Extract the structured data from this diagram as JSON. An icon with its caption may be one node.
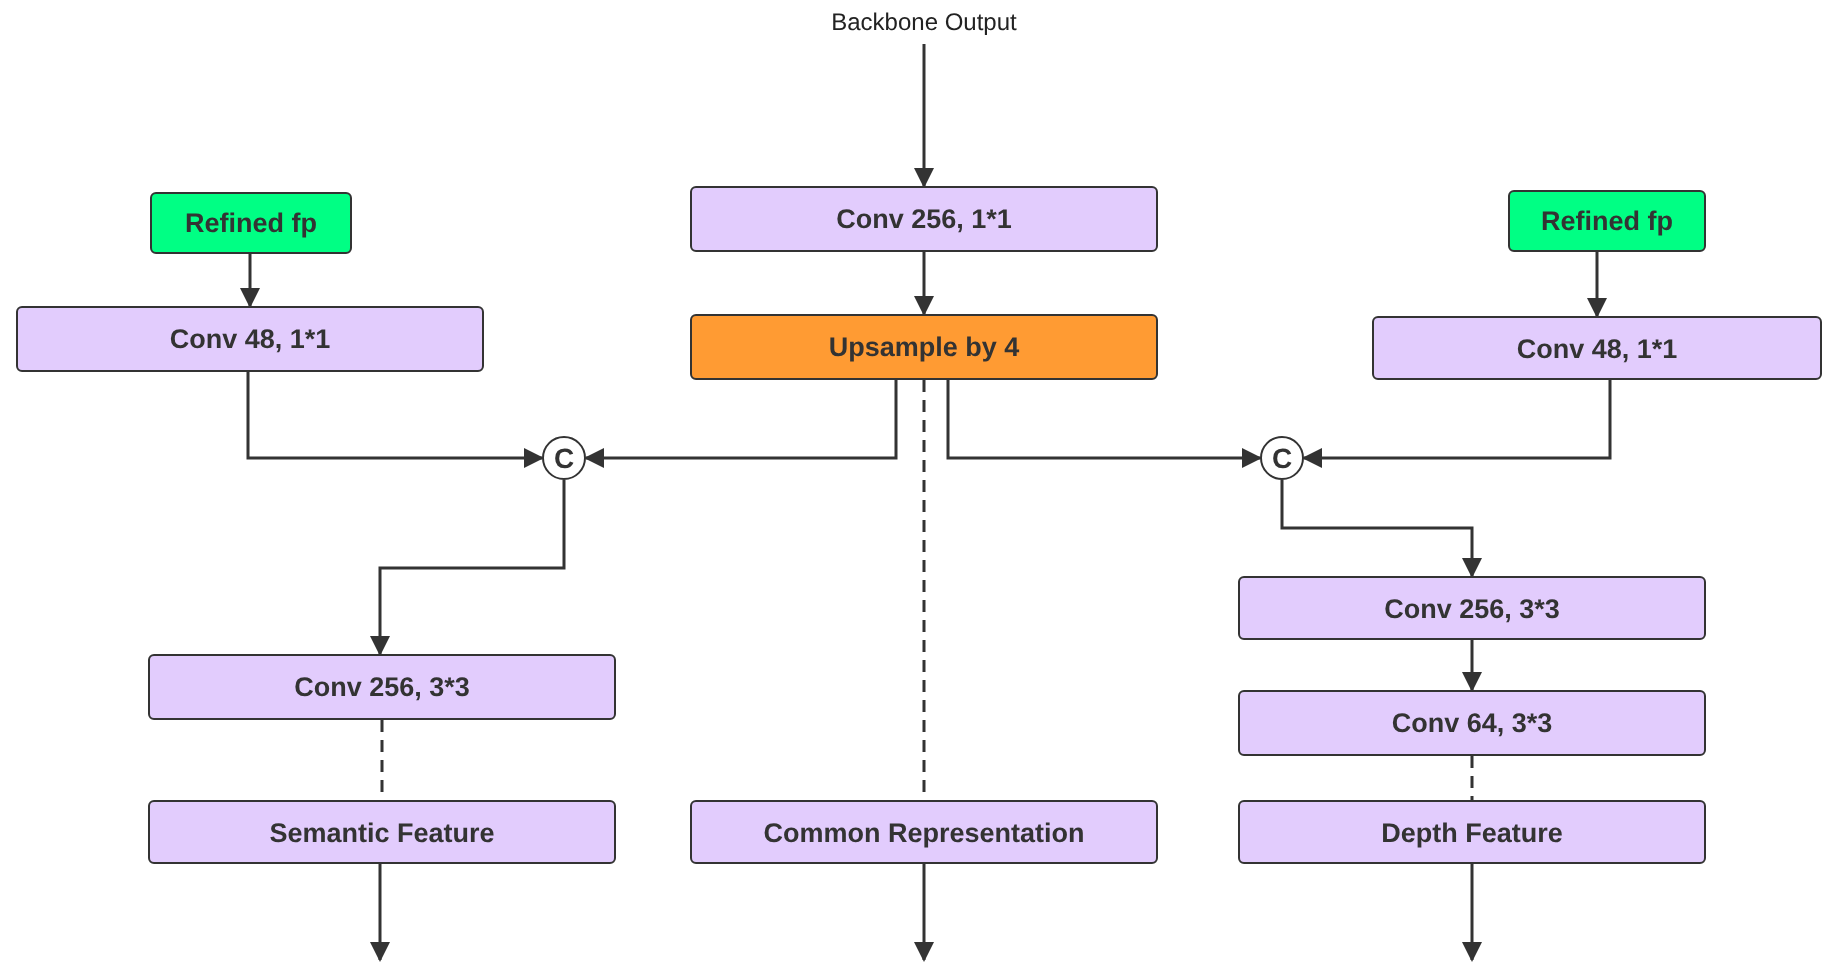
{
  "diagram": {
    "nodes": [
      {
        "text": [
          "Backbone Output"
        ]
      },
      {
        "text": [
          "Refined fp"
        ]
      },
      {
        "text": [
          "Conv 256, 1*1"
        ]
      },
      {
        "text": [
          "Refined fp"
        ]
      },
      {
        "text": [
          "Conv 48, 1*1"
        ]
      },
      {
        "text": [
          "Upsample by 4"
        ]
      },
      {
        "text": [
          "Conv 48, 1*1"
        ]
      },
      {
        "text": [
          "C"
        ]
      },
      {
        "text": [
          "C"
        ]
      },
      {
        "text": [
          "Conv 256, 3*3"
        ]
      },
      {
        "text": [
          "Conv 256, 3*3"
        ]
      },
      {
        "text": [
          "Conv 64, 3*3"
        ]
      },
      {
        "text": [
          "Semantic Feature"
        ]
      },
      {
        "text": [
          "Common Representation"
        ]
      },
      {
        "text": [
          "Depth Feature"
        ]
      }
    ],
    "edges": [
      {
        "from": 0,
        "to": 2,
        "arrow": "to"
      },
      {
        "from": 1,
        "to": 4,
        "arrow": "to"
      },
      {
        "from": 2,
        "to": 5,
        "arrow": "to"
      },
      {
        "from": 3,
        "to": 6,
        "arrow": "to"
      },
      {
        "from": 4,
        "to": 7,
        "arrow": "to"
      },
      {
        "from": 5,
        "to": 7,
        "arrow": "to"
      },
      {
        "from": 5,
        "to": 8,
        "arrow": "to"
      },
      {
        "from": 6,
        "to": 8,
        "arrow": "to"
      },
      {
        "from": 7,
        "to": 9,
        "arrow": "to"
      },
      {
        "from": 8,
        "to": 10,
        "arrow": "to"
      },
      {
        "from": 10,
        "to": 11,
        "arrow": "to"
      },
      {
        "from": 9,
        "to": 12,
        "arrow": "none",
        "style": "dashed"
      },
      {
        "from": 5,
        "to": 13,
        "arrow": "none",
        "style": "dashed"
      },
      {
        "from": 11,
        "to": 14,
        "arrow": "none",
        "style": "dashed"
      },
      {
        "from": 12,
        "to": null,
        "arrow": "to"
      },
      {
        "from": 13,
        "to": null,
        "arrow": "to"
      },
      {
        "from": 14,
        "to": null,
        "arrow": "to"
      }
    ]
  }
}
